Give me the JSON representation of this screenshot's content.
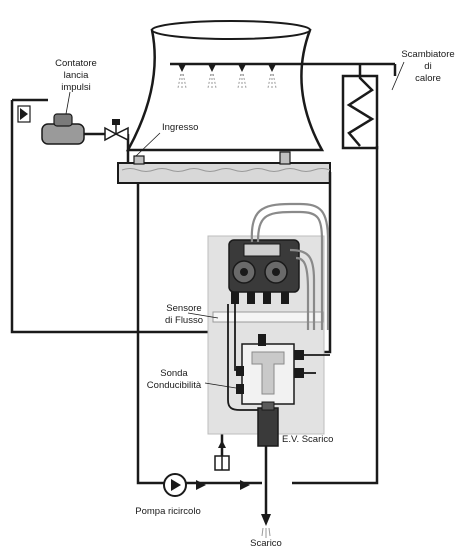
{
  "labels": {
    "meter": [
      "Contatore",
      "lancia",
      "impulsi"
    ],
    "inlet": "Ingresso",
    "exchanger": [
      "Scambiatore",
      "di",
      "calore"
    ],
    "flow_sensor": [
      "Sensore",
      "di Flusso"
    ],
    "conductivity_probe": [
      "Sonda",
      "Conducibilità"
    ],
    "drain_valve": "E.V. Scarico",
    "recirc_pump": "Pompa ricircolo",
    "drain": "Scarico"
  },
  "colors": {
    "line": "#1a1a1a",
    "panel": "#e2e2e2",
    "pump_body": "#3a3a3a",
    "water": "#d8d8d8"
  },
  "icons": {
    "spray_nozzles": "nozzle-icon",
    "pump": "pump-icon",
    "valve": "valve-icon",
    "check_valve": "check-valve-icon"
  }
}
